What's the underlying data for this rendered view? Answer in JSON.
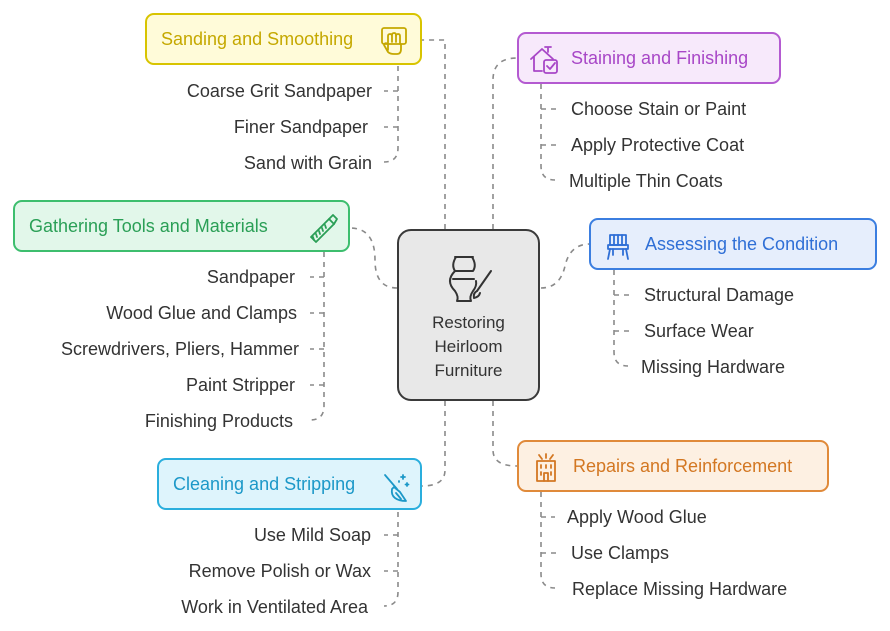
{
  "center": {
    "title": "Restoring\nHeirloom\nFurniture",
    "icon": "vase-brush-icon"
  },
  "colors": {
    "yellow": {
      "border": "#d8c400",
      "fill": "#fffbd9",
      "text": "#c5a800"
    },
    "purple": {
      "border": "#b45ad1",
      "fill": "#f7e9fb",
      "text": "#a847c7"
    },
    "green": {
      "border": "#3dbe6e",
      "fill": "#e2f7ea",
      "text": "#2a9f56"
    },
    "blue": {
      "border": "#3b7ee0",
      "fill": "#e6eefc",
      "text": "#2f6fd6"
    },
    "cyan": {
      "border": "#2aaedd",
      "fill": "#def4fc",
      "text": "#1c98c8"
    },
    "orange": {
      "border": "#e08a3a",
      "fill": "#fdf0e2",
      "text": "#d37722"
    }
  },
  "branches": {
    "sanding": {
      "title": "Sanding and Smoothing",
      "icon": "hand-sanding-icon",
      "items": [
        "Coarse Grit Sandpaper",
        "Finer Sandpaper",
        "Sand with Grain"
      ]
    },
    "staining": {
      "title": "Staining and Finishing",
      "icon": "house-check-icon",
      "items": [
        "Choose Stain or Paint",
        "Apply Protective Coat",
        "Multiple Thin Coats"
      ]
    },
    "gathering": {
      "title": "Gathering Tools and Materials",
      "icon": "saw-icon",
      "items": [
        "Sandpaper",
        "Wood Glue and Clamps",
        "Screwdrivers, Pliers, Hammer",
        "Paint Stripper",
        "Finishing Products"
      ]
    },
    "assessing": {
      "title": "Assessing the Condition",
      "icon": "chair-icon",
      "items": [
        "Structural Damage",
        "Surface Wear",
        "Missing Hardware"
      ]
    },
    "cleaning": {
      "title": "Cleaning and Stripping",
      "icon": "broom-sparkle-icon",
      "items": [
        "Use Mild Soap",
        "Remove Polish or Wax",
        "Work in Ventilated Area"
      ]
    },
    "repairs": {
      "title": "Repairs and Reinforcement",
      "icon": "building-tools-icon",
      "items": [
        "Apply Wood Glue",
        "Use Clamps",
        "Replace Missing Hardware"
      ]
    }
  }
}
